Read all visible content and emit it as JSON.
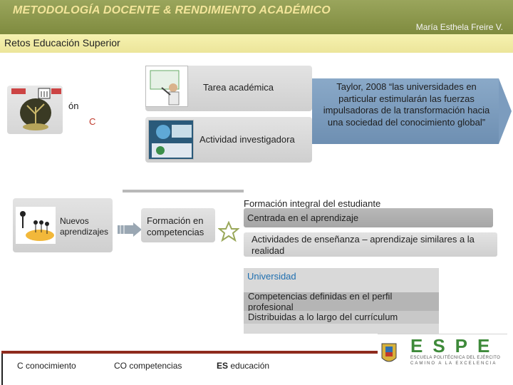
{
  "header": {
    "title": "METODOLOGÍA DOCENTE & RENDIMIENTO ACADÉMICO",
    "author": "María Esthela Freire V."
  },
  "subtitle": "Retos Educación Superior",
  "left_panel": {
    "fragment1": "ón",
    "fragment2": "C"
  },
  "panels": {
    "tarea": "Tarea académica",
    "actividad": "Actividad investigadora"
  },
  "callout": "Taylor, 2008 “las universidades en particular estimularán las fuerzas impulsadoras de la transformación hacia una sociedad del conocimiento global”",
  "lower": {
    "nuevos": "Nuevos aprendizajes",
    "formacion_competencias": "Formación en competencias",
    "formacion_integral": "Formación integral del estudiante",
    "centrada": "Centrada en el aprendizaje",
    "actividades": "Actividades de enseñanza – aprendizaje  similares a la realidad",
    "universidad": "Universidad",
    "competencias_perfil": "Competencias definidas en el perfil profesional",
    "distribuidas": "Distribuidas a lo largo del currículum"
  },
  "footer": {
    "c_abbr": "C",
    "c_text": "conocimiento",
    "co_abbr": "CO",
    "co_text": "competencias",
    "es_abbr": "ES",
    "es_text": "educación"
  },
  "logo": {
    "name": "ESPE",
    "line1": "ESCUELA POLITÉCNICA DEL EJÉRCITO",
    "line2": "CAMINO A LA EXCELENCIA"
  },
  "colors": {
    "header_bg": "#8a9548",
    "title": "#f3e59a",
    "callout": "#7c9cbe",
    "universidad_text": "#1f6fb0",
    "espe_green": "#3e8a3a"
  }
}
